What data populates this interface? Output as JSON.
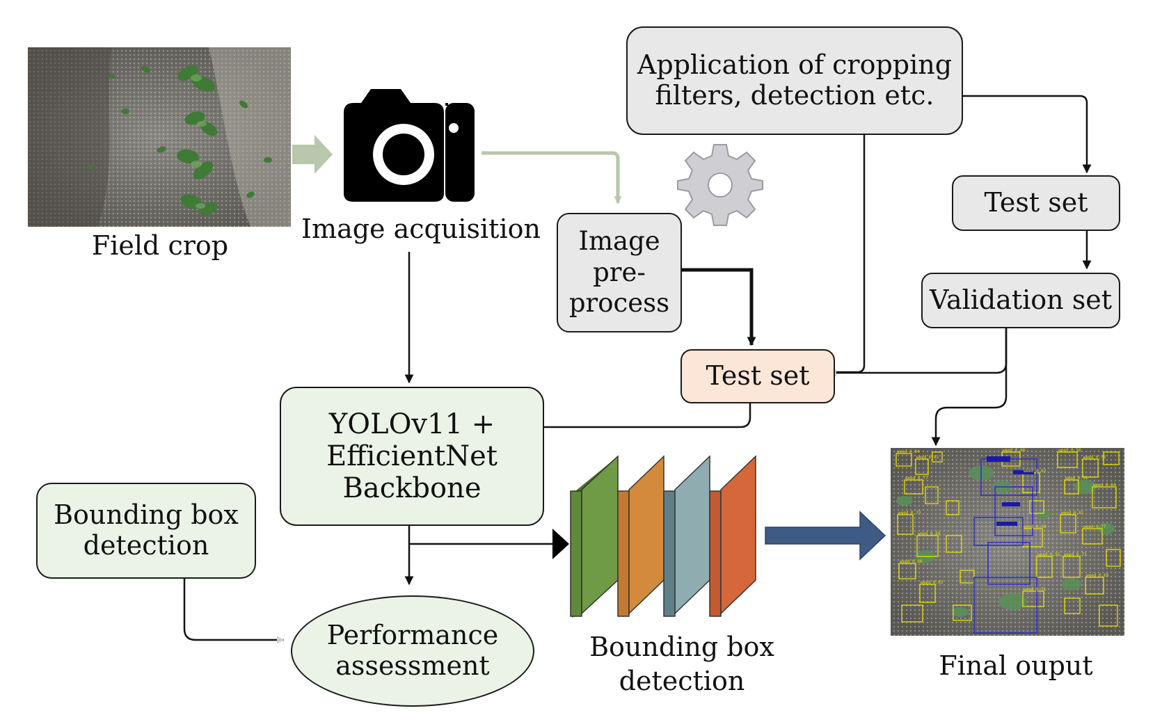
{
  "labels": {
    "field_crop": "Field crop",
    "image_acquisition": "Image acquisition",
    "image_preprocess": "Image\npre-\nprocess",
    "application": "Application of cropping\nfilters, detection etc.",
    "test_set_top": "Test set",
    "validation_set": "Validation set",
    "test_set_center": "Test set",
    "yolo_backbone": "YOLOv11 +\nEfficientNet\nBackbone",
    "bbox_detection_box": "Bounding box\ndetection",
    "performance": "Performance\nassessment",
    "bbox_detection_caption": "Bounding box\ndetection",
    "final_output": "Final ouput"
  },
  "detections": {
    "label": "weed",
    "scores": [
      "0.84",
      "0.81",
      "0.77",
      "0.73",
      "0.69",
      "0.66",
      "0.62",
      "0.58",
      "0.55",
      "0.51"
    ]
  },
  "colors": {
    "gray_box": "#e8e8e8",
    "green_box": "#ebf3e7",
    "peach_box": "#fbe6d8",
    "layer_green": "#5f8a3a",
    "layer_orange": "#d48a3c",
    "layer_teal": "#6d8f95",
    "layer_red": "#d6673a",
    "big_arrow": "#3f5b85",
    "light_arrow": "#b9c7ad",
    "gear": "#cfcfd3",
    "det_yellow": "#e6e000",
    "det_blue": "#2b2bd9"
  },
  "icons": [
    "camera-icon",
    "gear-icon",
    "field-crop-photo",
    "final-output-photo"
  ]
}
